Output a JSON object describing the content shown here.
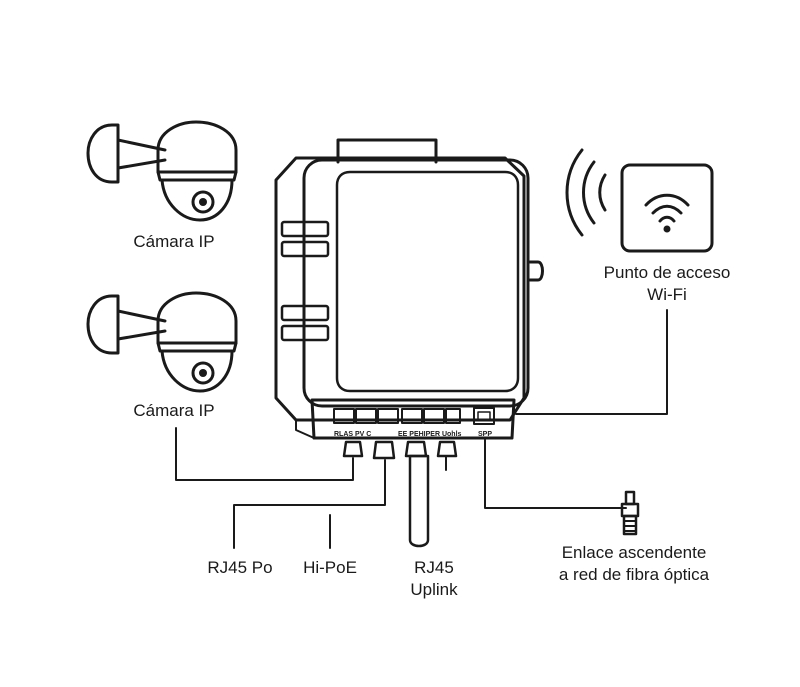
{
  "labels": {
    "camera_top": "Cámara IP",
    "camera_bottom": "Cámara IP",
    "access_point_line1": "Punto de acceso",
    "access_point_line2": "Wi-Fi",
    "rj45_po": "RJ45 Po",
    "hi_poe": "Hi-PoE",
    "rj45_uplink_line1": "RJ45",
    "rj45_uplink_line2": "Uplink",
    "fiber_line1": "Enlace ascendente",
    "fiber_line2": "a red de fibra óptica"
  },
  "port_labels": {
    "group1": "RLAS PV C",
    "group2": "EE PEHIPER Uohls",
    "sfp": "SPP"
  },
  "colors": {
    "line": "#1a1a1a",
    "background": "#ffffff",
    "device_fill": "#f4f4f4",
    "panel_fill": "#ffffff"
  }
}
